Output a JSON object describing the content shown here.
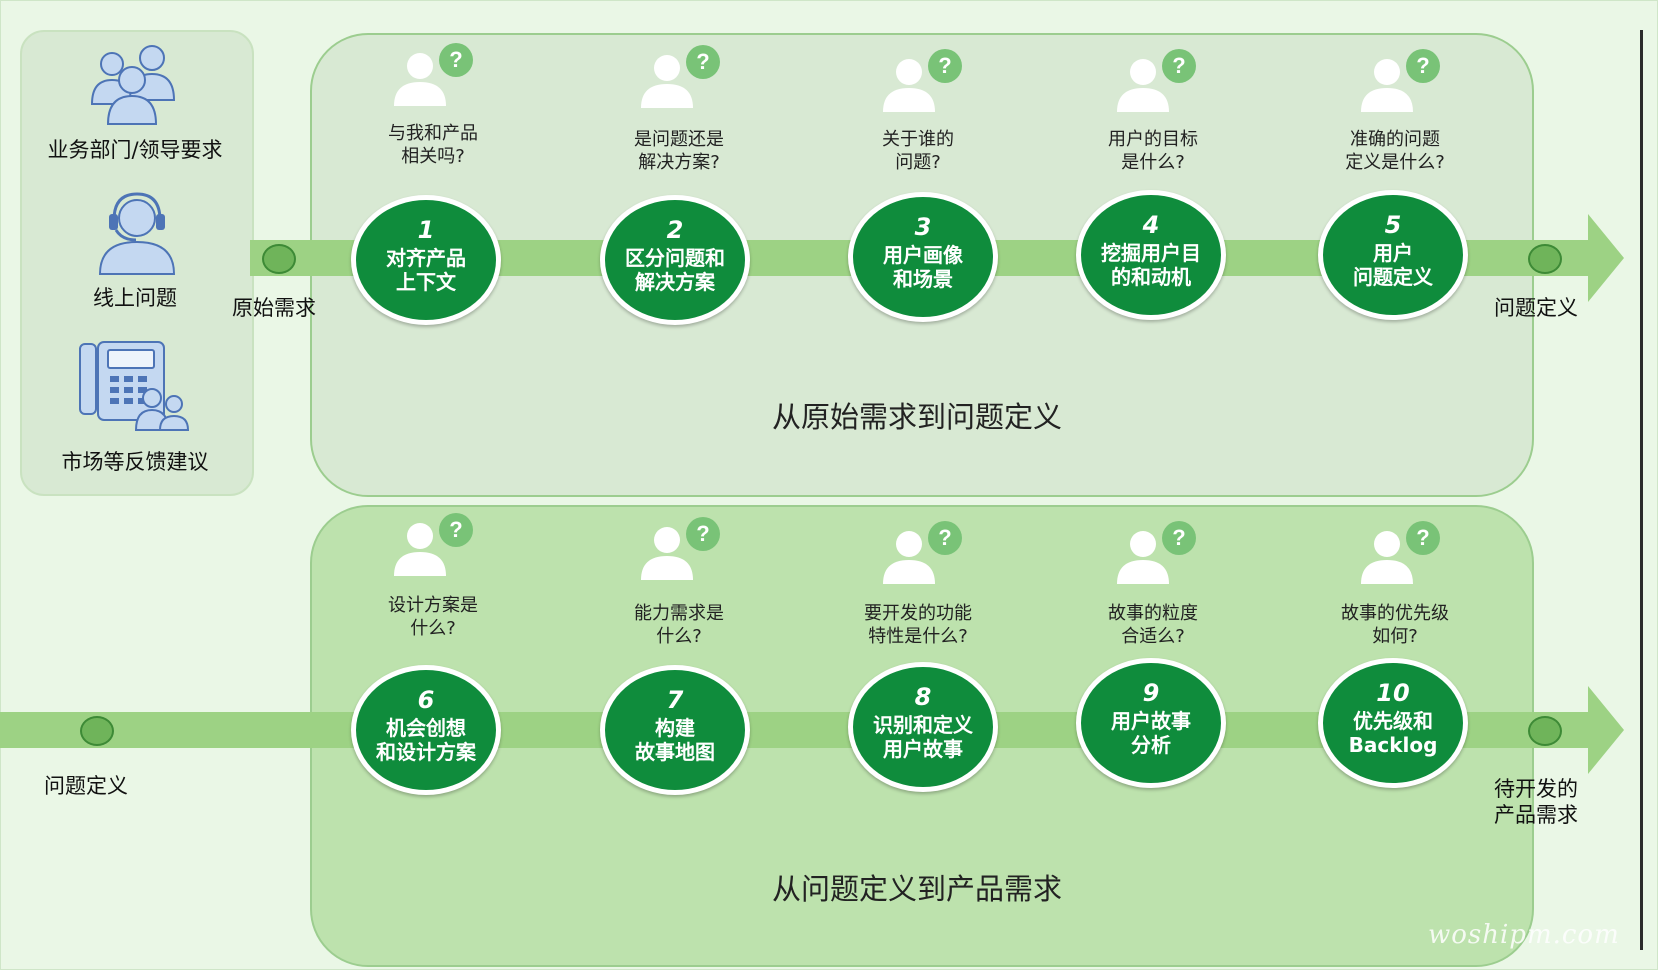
{
  "sources": [
    {
      "label": "业务部门/领导要求",
      "icon": "people-group-icon"
    },
    {
      "label": "线上问题",
      "icon": "headset-support-icon"
    },
    {
      "label": "市场等反馈建议",
      "icon": "phone-feedback-icon"
    }
  ],
  "row1": {
    "title": "从原始需求到问题定义",
    "input_label": "原始需求",
    "output_label": "问题定义",
    "steps": [
      {
        "num": "1",
        "label": "对齐产品\n上下文",
        "question": "与我和产品\n相关吗?"
      },
      {
        "num": "2",
        "label": "区分问题和\n解决方案",
        "question": "是问题还是\n解决方案?"
      },
      {
        "num": "3",
        "label": "用户画像\n和场景",
        "question": "关于谁的\n问题?"
      },
      {
        "num": "4",
        "label": "挖掘用户目\n的和动机",
        "question": "用户的目标\n是什么?"
      },
      {
        "num": "5",
        "label": "用户\n问题定义",
        "question": "准确的问题\n定义是什么?"
      }
    ]
  },
  "row2": {
    "title": "从问题定义到产品需求",
    "input_label": "问题定义",
    "output_label": "待开发的\n产品需求",
    "steps": [
      {
        "num": "6",
        "label": "机会创想\n和设计方案",
        "question": "设计方案是\n什么?"
      },
      {
        "num": "7",
        "label": "构建\n故事地图",
        "question": "能力需求是\n什么?"
      },
      {
        "num": "8",
        "label": "识别和定义\n用户故事",
        "question": "要开发的功能\n特性是什么?"
      },
      {
        "num": "9",
        "label": "用户故事\n分析",
        "question": "故事的粒度\n合适么?"
      },
      {
        "num": "10",
        "label": "优先级和\nBacklog",
        "question": "故事的优先级\n如何?"
      }
    ]
  },
  "colors": {
    "step_fill": "#0f8c3c",
    "band": "#9dd284",
    "panel_top": "#d8e9d3",
    "panel_bottom": "#bde2ad"
  },
  "watermark": "woshipm.com"
}
